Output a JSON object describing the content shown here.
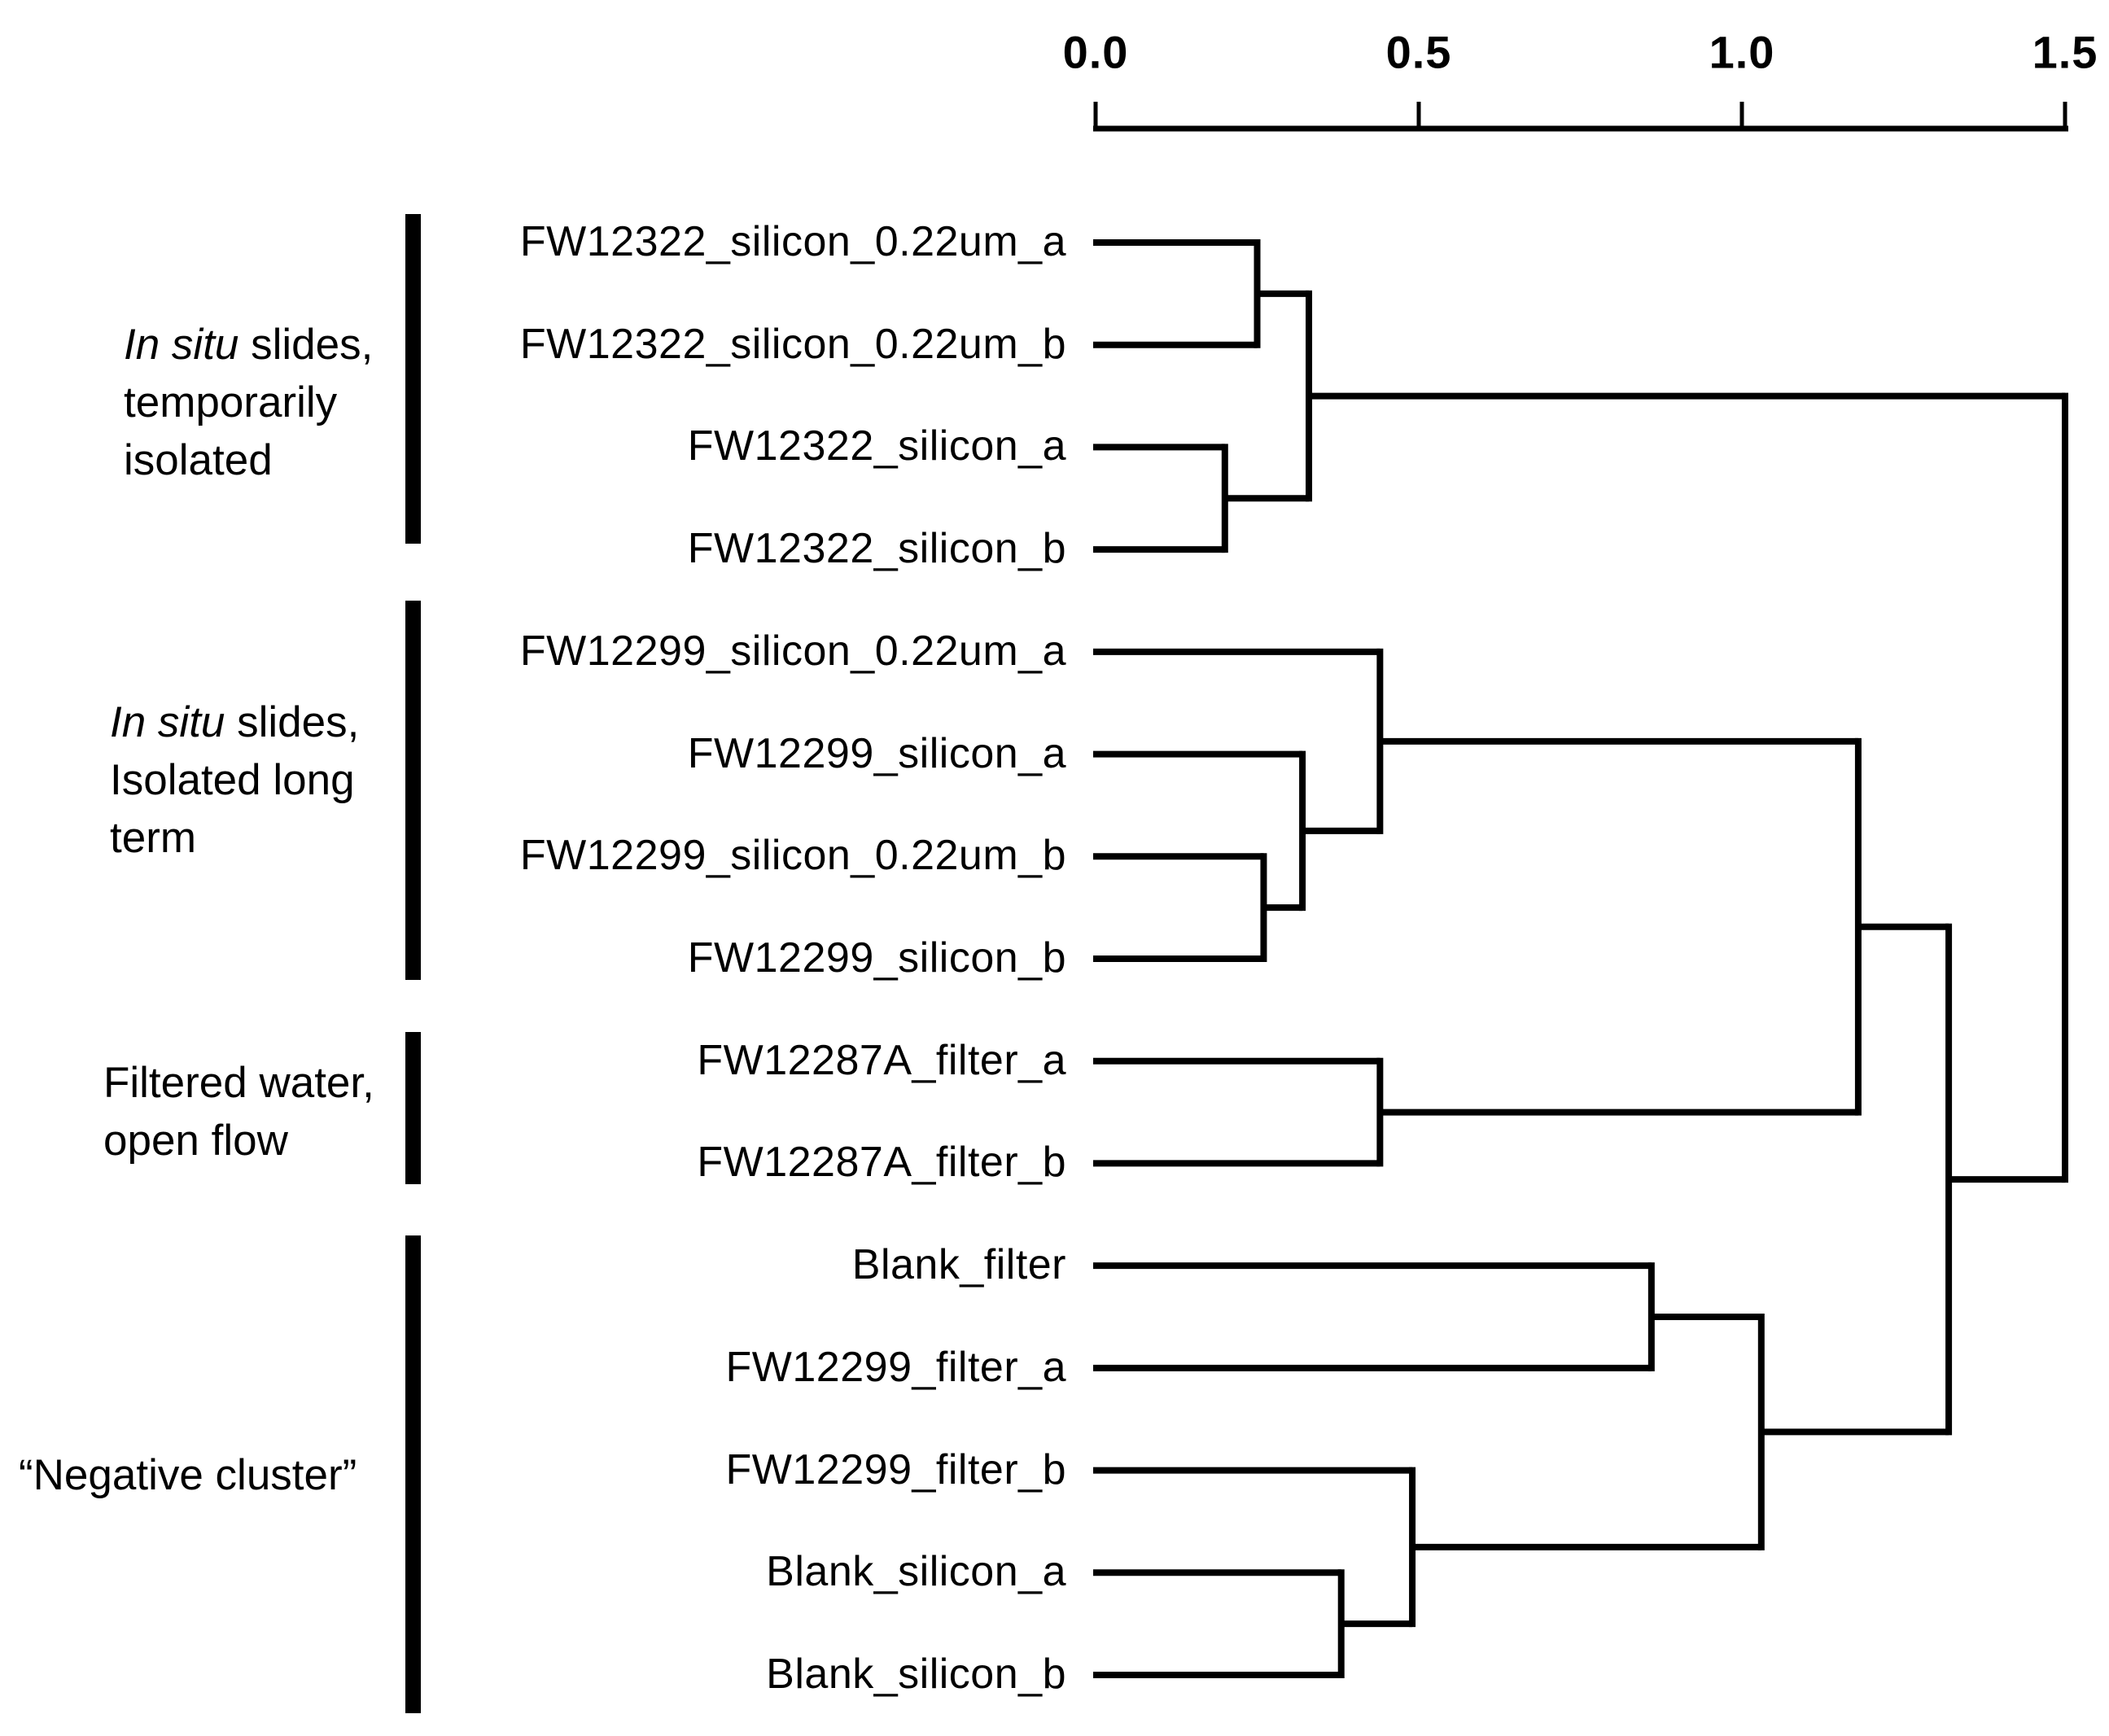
{
  "figure": {
    "background": "#ffffff",
    "line_color": "#000000",
    "text_color": "#000000"
  },
  "chart_data": {
    "type": "dendrogram",
    "orientation": "horizontal, leaves on left, root on right",
    "axis": {
      "position": "top",
      "range": [
        0,
        1.5
      ],
      "tick_values": [
        0,
        0.5,
        1.0,
        1.5
      ],
      "tick_labels": [
        "0.0",
        "0.5",
        "1.0",
        "1.5"
      ]
    },
    "leaves": [
      "FW12322_silicon_0.22um_a",
      "FW12322_silicon_0.22um_b",
      "FW12322_silicon_a",
      "FW12322_silicon_b",
      "FW12299_silicon_0.22um_a",
      "FW12299_silicon_a",
      "FW12299_silicon_0.22um_b",
      "FW12299_silicon_b",
      "FW12287A_filter_a",
      "FW12287A_filter_b",
      "Blank_filter",
      "FW12299_filter_a",
      "FW12299_filter_b",
      "Blank_silicon_a",
      "Blank_silicon_b"
    ],
    "tree": {
      "h": 1.5,
      "children": [
        {
          "h": 0.33,
          "children": [
            {
              "h": 0.25,
              "children": [
                {
                  "leaf": 0
                },
                {
                  "leaf": 1
                }
              ]
            },
            {
              "h": 0.2,
              "children": [
                {
                  "leaf": 2
                },
                {
                  "leaf": 3
                }
              ]
            }
          ]
        },
        {
          "h": 1.32,
          "children": [
            {
              "h": 1.18,
              "children": [
                {
                  "h": 0.44,
                  "children": [
                    {
                      "leaf": 4
                    },
                    {
                      "h": 0.32,
                      "children": [
                        {
                          "leaf": 5
                        },
                        {
                          "h": 0.26,
                          "children": [
                            {
                              "leaf": 6
                            },
                            {
                              "leaf": 7
                            }
                          ]
                        }
                      ]
                    }
                  ]
                },
                {
                  "h": 0.44,
                  "children": [
                    {
                      "leaf": 8
                    },
                    {
                      "leaf": 9
                    }
                  ]
                }
              ]
            },
            {
              "h": 1.03,
              "children": [
                {
                  "h": 0.86,
                  "children": [
                    {
                      "leaf": 10
                    },
                    {
                      "leaf": 11
                    }
                  ]
                },
                {
                  "h": 0.49,
                  "children": [
                    {
                      "leaf": 12
                    },
                    {
                      "h": 0.38,
                      "children": [
                        {
                          "leaf": 13
                        },
                        {
                          "leaf": 14
                        }
                      ]
                    }
                  ]
                }
              ]
            }
          ]
        }
      ]
    },
    "groups": [
      {
        "name": "in-situ-temporarily-isolated",
        "leaf_span": [
          0,
          3
        ],
        "label_lines": [
          [
            {
              "t": "In situ",
              "italic": true
            },
            {
              "t": " slides,"
            }
          ],
          [
            {
              "t": "temporarily"
            }
          ],
          [
            {
              "t": "isolated"
            }
          ]
        ]
      },
      {
        "name": "in-situ-isolated-long-term",
        "leaf_span": [
          4,
          7
        ],
        "label_lines": [
          [
            {
              "t": "In situ",
              "italic": true
            },
            {
              "t": " slides,"
            }
          ],
          [
            {
              "t": "Isolated long"
            }
          ],
          [
            {
              "t": "term"
            }
          ]
        ]
      },
      {
        "name": "filtered-water-open-flow",
        "leaf_span": [
          8,
          9
        ],
        "label_lines": [
          [
            {
              "t": "Filtered water,"
            }
          ],
          [
            {
              "t": "open flow"
            }
          ]
        ]
      },
      {
        "name": "negative-cluster",
        "leaf_span": [
          10,
          14
        ],
        "label_lines": [
          [
            {
              "t": "“Negative cluster”"
            }
          ]
        ]
      }
    ]
  }
}
